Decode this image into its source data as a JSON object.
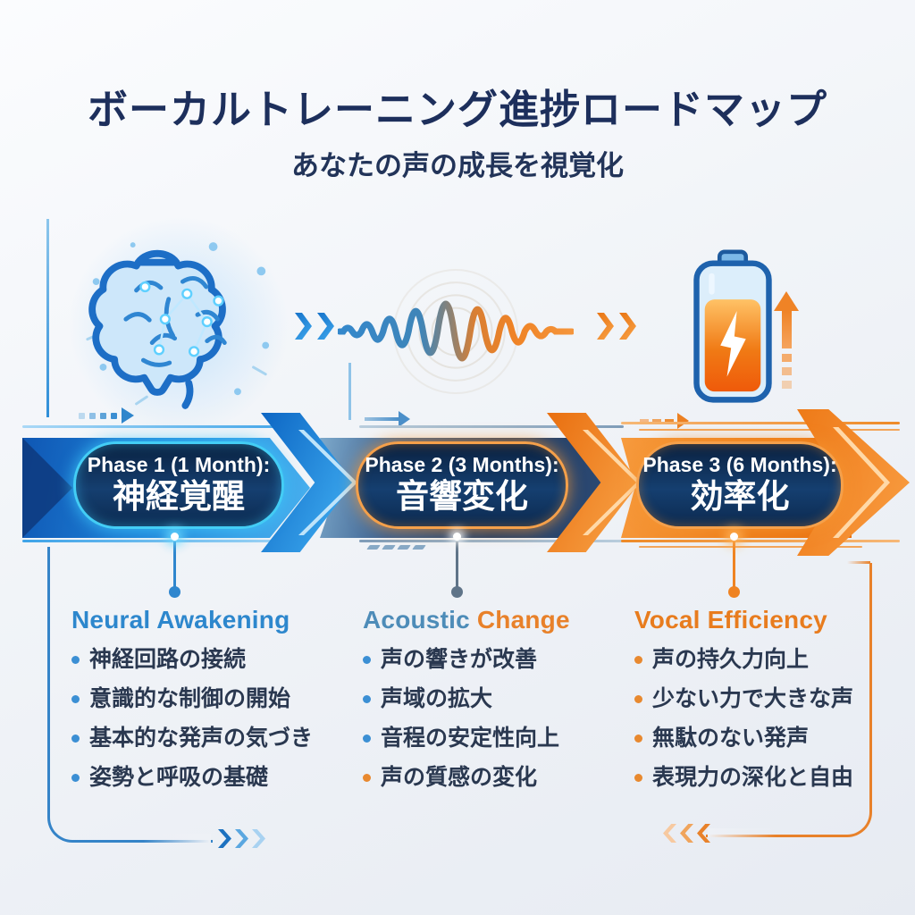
{
  "header": {
    "title": "ボーカルトレーニング進捗ロードマップ",
    "subtitle": "あなたの声の成長を視覚化"
  },
  "phases": [
    {
      "label": "Phase 1 (1 Month):",
      "name": "神経覚醒",
      "icon": "brain-icon",
      "accent": "#3fcdf8"
    },
    {
      "label": "Phase 2 (3 Months):",
      "name": "音響変化",
      "icon": "waveform-icon",
      "accent": "#f5a04a"
    },
    {
      "label": "Phase 3 (6 Months):",
      "name": "効率化",
      "icon": "battery-charging-icon",
      "accent": "#f5a04a"
    }
  ],
  "columns": [
    {
      "heading": {
        "part1": "Neural Awakening",
        "part2": ""
      },
      "items": [
        "神経回路の接続",
        "意識的な制御の開始",
        "基本的な発声の気づき",
        "姿勢と呼吸の基礎"
      ]
    },
    {
      "heading": {
        "part1": "Acoustic",
        "part2": " Change"
      },
      "items": [
        "声の響きが改善",
        "声域の拡大",
        "音程の安定性向上",
        "声の質感の変化"
      ]
    },
    {
      "heading": {
        "part1": "Vocal Efficiency",
        "part2": ""
      },
      "items": [
        "声の持久力向上",
        "少ない力で大きな声",
        "無駄のない発声",
        "表現力の深化と自由"
      ]
    }
  ],
  "colors": {
    "blue": "#1e7fd6",
    "cyan_glow": "#3fcdf8",
    "orange": "#f08426",
    "navy_text": "#1d2f5c",
    "pill_background": "#0d2a4e",
    "gray_stem": "#5f7488"
  }
}
